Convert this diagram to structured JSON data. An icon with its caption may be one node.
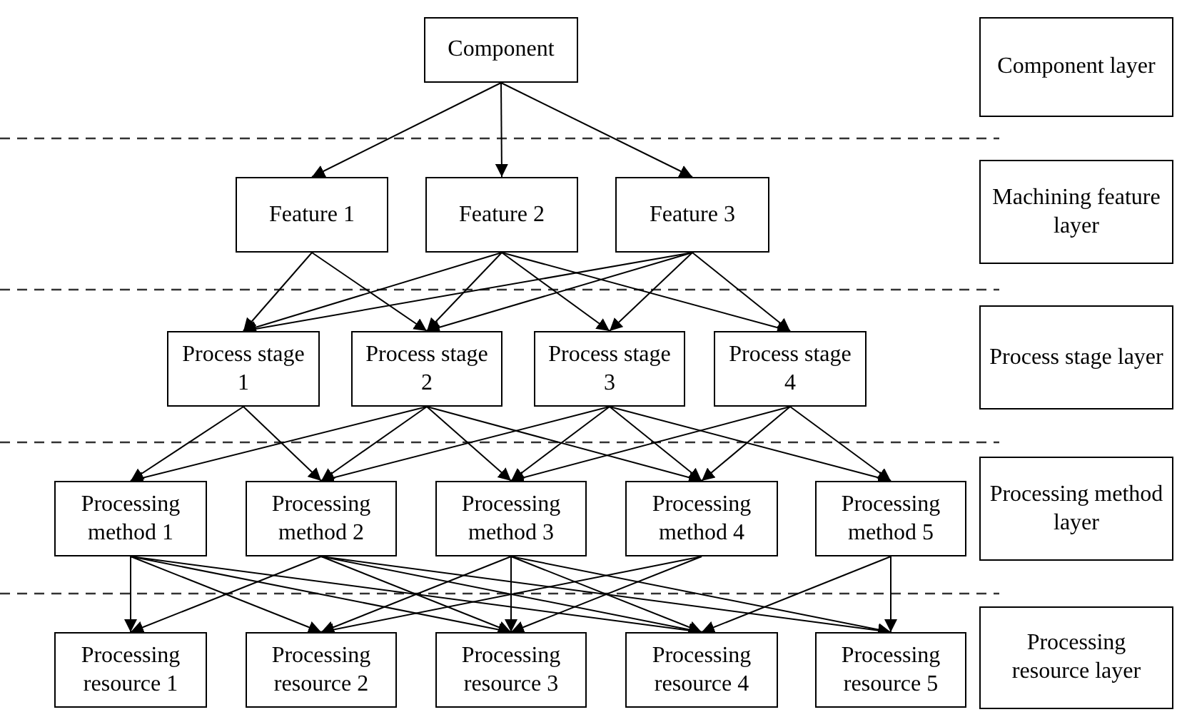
{
  "diagram": {
    "nodes": [
      {
        "text": [
          "Component"
        ]
      },
      {
        "text": [
          "Feature 1"
        ]
      },
      {
        "text": [
          "Feature 2"
        ]
      },
      {
        "text": [
          "Feature 3"
        ]
      },
      {
        "text": [
          "Process stage 1"
        ]
      },
      {
        "text": [
          "Process stage 2"
        ]
      },
      {
        "text": [
          "Process stage 3"
        ]
      },
      {
        "text": [
          "Process stage 4"
        ]
      },
      {
        "text": [
          "Processing method 1"
        ]
      },
      {
        "text": [
          "Processing method 2"
        ]
      },
      {
        "text": [
          "Processing method 3"
        ]
      },
      {
        "text": [
          "Processing method 4"
        ]
      },
      {
        "text": [
          "Processing method 5"
        ]
      },
      {
        "text": [
          "Processing resource 1"
        ]
      },
      {
        "text": [
          "Processing resource 2"
        ]
      },
      {
        "text": [
          "Processing resource 3"
        ]
      },
      {
        "text": [
          "Processing resource 4"
        ]
      },
      {
        "text": [
          "Processing resource 5"
        ]
      },
      {
        "text": [
          "Component layer"
        ]
      },
      {
        "text": [
          "Machining feature layer"
        ]
      },
      {
        "text": [
          "Process stage layer"
        ]
      },
      {
        "text": [
          "Processing method layer"
        ]
      },
      {
        "text": [
          "Processing resource layer"
        ]
      }
    ],
    "edges": [
      {
        "from": 0,
        "to": 1,
        "arrow": "to"
      },
      {
        "from": 0,
        "to": 2,
        "arrow": "to"
      },
      {
        "from": 0,
        "to": 3,
        "arrow": "to"
      },
      {
        "from": 1,
        "to": 4,
        "arrow": "to"
      },
      {
        "from": 1,
        "to": 5,
        "arrow": "to"
      },
      {
        "from": 2,
        "to": 4,
        "arrow": "to"
      },
      {
        "from": 2,
        "to": 5,
        "arrow": "to"
      },
      {
        "from": 2,
        "to": 6,
        "arrow": "to"
      },
      {
        "from": 2,
        "to": 7,
        "arrow": "to"
      },
      {
        "from": 3,
        "to": 4,
        "arrow": "to"
      },
      {
        "from": 3,
        "to": 5,
        "arrow": "to"
      },
      {
        "from": 3,
        "to": 6,
        "arrow": "to"
      },
      {
        "from": 3,
        "to": 7,
        "arrow": "to"
      },
      {
        "from": 4,
        "to": 8,
        "arrow": "to"
      },
      {
        "from": 4,
        "to": 9,
        "arrow": "to"
      },
      {
        "from": 5,
        "to": 8,
        "arrow": "to"
      },
      {
        "from": 5,
        "to": 9,
        "arrow": "to"
      },
      {
        "from": 5,
        "to": 10,
        "arrow": "to"
      },
      {
        "from": 5,
        "to": 11,
        "arrow": "to"
      },
      {
        "from": 6,
        "to": 9,
        "arrow": "to"
      },
      {
        "from": 6,
        "to": 10,
        "arrow": "to"
      },
      {
        "from": 6,
        "to": 11,
        "arrow": "to"
      },
      {
        "from": 6,
        "to": 12,
        "arrow": "to"
      },
      {
        "from": 7,
        "to": 10,
        "arrow": "to"
      },
      {
        "from": 7,
        "to": 11,
        "arrow": "to"
      },
      {
        "from": 7,
        "to": 12,
        "arrow": "to"
      },
      {
        "from": 8,
        "to": 13,
        "arrow": "to"
      },
      {
        "from": 8,
        "to": 14,
        "arrow": "to"
      },
      {
        "from": 8,
        "to": 15,
        "arrow": "to"
      },
      {
        "from": 8,
        "to": 16,
        "arrow": "to"
      },
      {
        "from": 9,
        "to": 13,
        "arrow": "to"
      },
      {
        "from": 9,
        "to": 15,
        "arrow": "to"
      },
      {
        "from": 9,
        "to": 16,
        "arrow": "to"
      },
      {
        "from": 9,
        "to": 17,
        "arrow": "to"
      },
      {
        "from": 10,
        "to": 14,
        "arrow": "to"
      },
      {
        "from": 10,
        "to": 15,
        "arrow": "to"
      },
      {
        "from": 10,
        "to": 16,
        "arrow": "to"
      },
      {
        "from": 10,
        "to": 17,
        "arrow": "to"
      },
      {
        "from": 11,
        "to": 14,
        "arrow": "to"
      },
      {
        "from": 11,
        "to": 15,
        "arrow": "to"
      },
      {
        "from": 12,
        "to": 16,
        "arrow": "to"
      },
      {
        "from": 12,
        "to": 17,
        "arrow": "to"
      }
    ]
  }
}
